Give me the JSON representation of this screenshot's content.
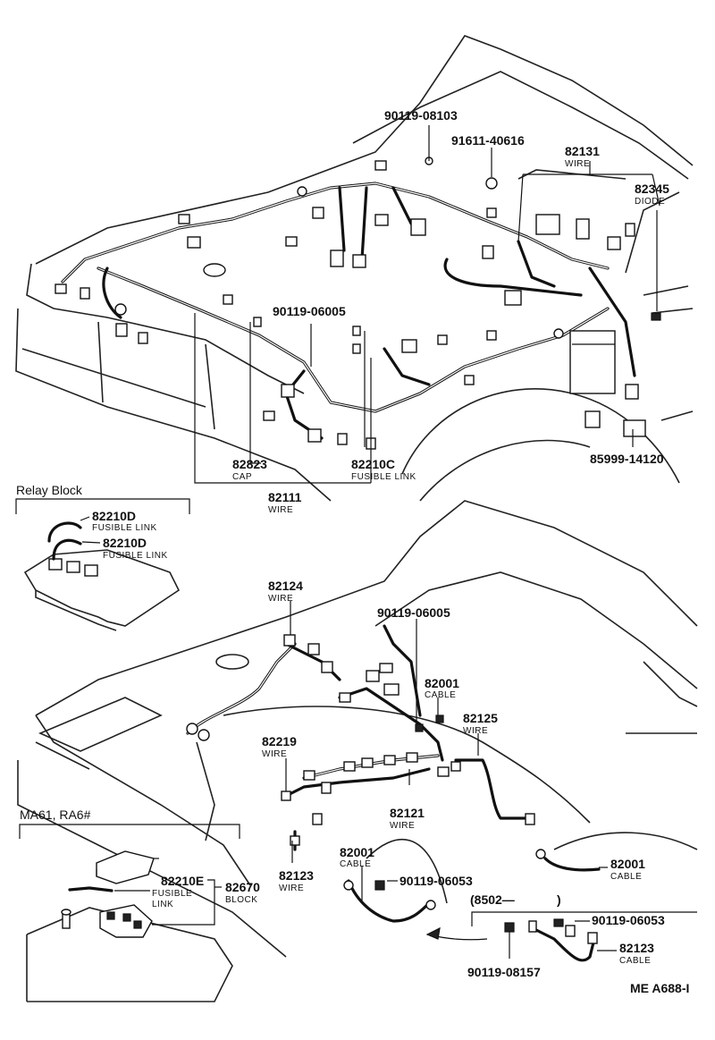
{
  "callouts": {
    "p90119_08103": "90119-08103",
    "p91611_40616": "91611-40616",
    "p82131": "82131",
    "p82131_desc": "WIRE",
    "p82345": "82345",
    "p82345_desc": "DIODE",
    "p90119_06005_top": "90119-06005",
    "p82823": "82823",
    "p82823_desc": "CAP",
    "p82210C": "82210C",
    "p82210C_desc": "FUSIBLE LINK",
    "p85999_14120": "85999-14120",
    "p82111": "82111",
    "p82111_desc": "WIRE",
    "p82210D_a": "82210D",
    "p82210D_a_desc": "FUSIBLE LINK",
    "p82210D_b": "82210D",
    "p82210D_b_desc": "FUSIBLE LINK",
    "p82124": "82124",
    "p82124_desc": "WIRE",
    "p90119_06005_bot": "90119-06005",
    "p82001_a": "82001",
    "p82001_a_desc": "CABLE",
    "p82125": "82125",
    "p82125_desc": "WIRE",
    "p82219": "82219",
    "p82219_desc": "WIRE",
    "p82121": "82121",
    "p82121_desc": "WIRE",
    "p82123_a": "82123",
    "p82123_a_desc": "WIRE",
    "p82001_b": "82001",
    "p82001_b_desc": "CABLE",
    "p90119_06053_a": "90119-06053",
    "p82001_c": "82001",
    "p82001_c_desc": "CABLE",
    "p82210E": "82210E",
    "p82210E_desc1": "FUSIBLE",
    "p82210E_desc2": "LINK",
    "p82670": "82670",
    "p82670_desc": "BLOCK",
    "p8502": "(8502—",
    "p8502_close": ")",
    "p90119_06053_b": "90119-06053",
    "p82123_b": "82123",
    "p82123_b_desc": "CABLE",
    "p90119_08157": "90119-08157"
  },
  "section_labels": {
    "relay_block": "Relay Block",
    "model_variant": "MA61, RA6#"
  },
  "footer": {
    "code": "ME  A688-I"
  }
}
